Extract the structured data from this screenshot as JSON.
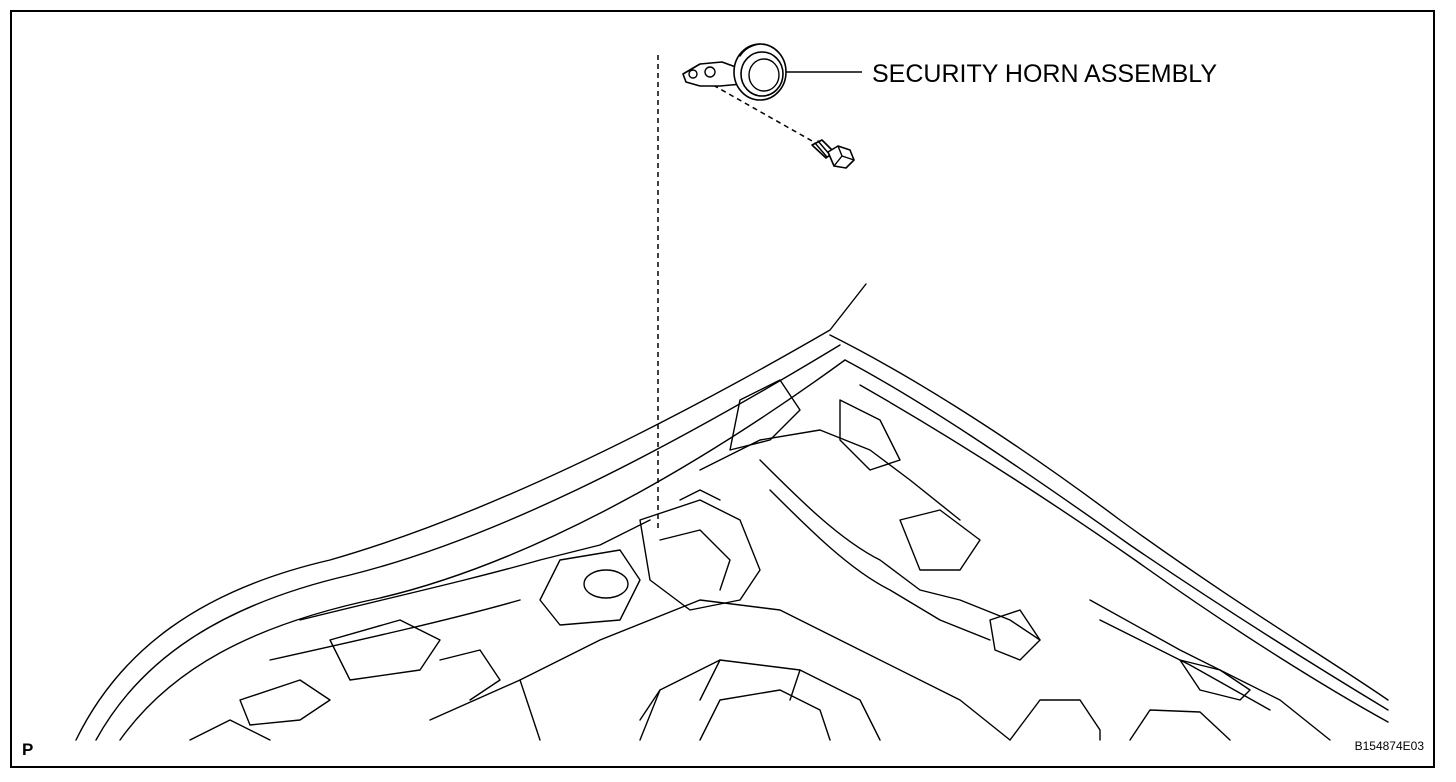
{
  "diagram": {
    "callout_label": "SECURITY HORN ASSEMBLY",
    "corner_letter": "P",
    "figure_code": "B154874E03"
  },
  "icons": {
    "horn": "security-horn-icon",
    "bolt": "bolt-icon",
    "engine_bay": "engine-bay-illustration"
  }
}
